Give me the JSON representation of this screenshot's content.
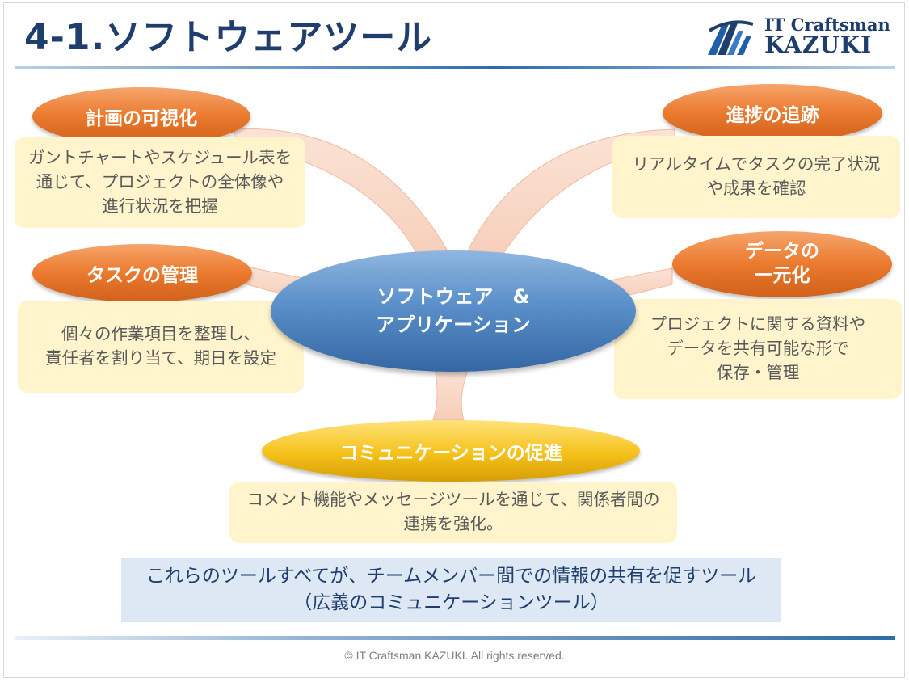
{
  "slide": {
    "title": "4-1.ソフトウェアツール",
    "logo": {
      "line1": "IT Craftsman",
      "line2": "KAZUKI"
    },
    "footer": "© IT Craftsman KAZUKI. All rights reserved."
  },
  "colors": {
    "title": "#1f3e6d",
    "oval_orange": "#ea7a2e",
    "oval_gold": "#f5c11a",
    "oval_blue": "#4a80bf",
    "note_box": "#fff4cc",
    "summary_box": "#dde8f4",
    "connector": "#f8d5c3"
  },
  "diagram": {
    "center": {
      "lines": [
        "ソフトウェア　&",
        "アプリケーション"
      ]
    },
    "nodes": [
      {
        "id": "plan",
        "label": [
          "計画の可視化"
        ],
        "text": [
          "ガントチャートやスケジュール表を",
          "通じて、プロジェクトの全体像や",
          "進行状況を把握"
        ]
      },
      {
        "id": "progress",
        "label": [
          "進捗の追跡"
        ],
        "text": [
          "リアルタイムでタスクの完了状況",
          "や成果を確認"
        ]
      },
      {
        "id": "task",
        "label": [
          "タスクの管理"
        ],
        "text": [
          "個々の作業項目を整理し、",
          "責任者を割り当て、期日を設定"
        ]
      },
      {
        "id": "data",
        "label": [
          "データの",
          "一元化"
        ],
        "text": [
          "プロジェクトに関する資料や",
          "データを共有可能な形で",
          "保存・管理"
        ]
      },
      {
        "id": "comm",
        "label": [
          "コミュニケーションの促進"
        ],
        "text": [
          "コメント機能やメッセージツールを通じて、関係者間の",
          "連携を強化。"
        ]
      }
    ]
  },
  "summary": {
    "lines": [
      "これらのツールすべてが、チームメンバー間での情報の共有を促すツール",
      "（広義のコミュニケーションツール）"
    ]
  }
}
